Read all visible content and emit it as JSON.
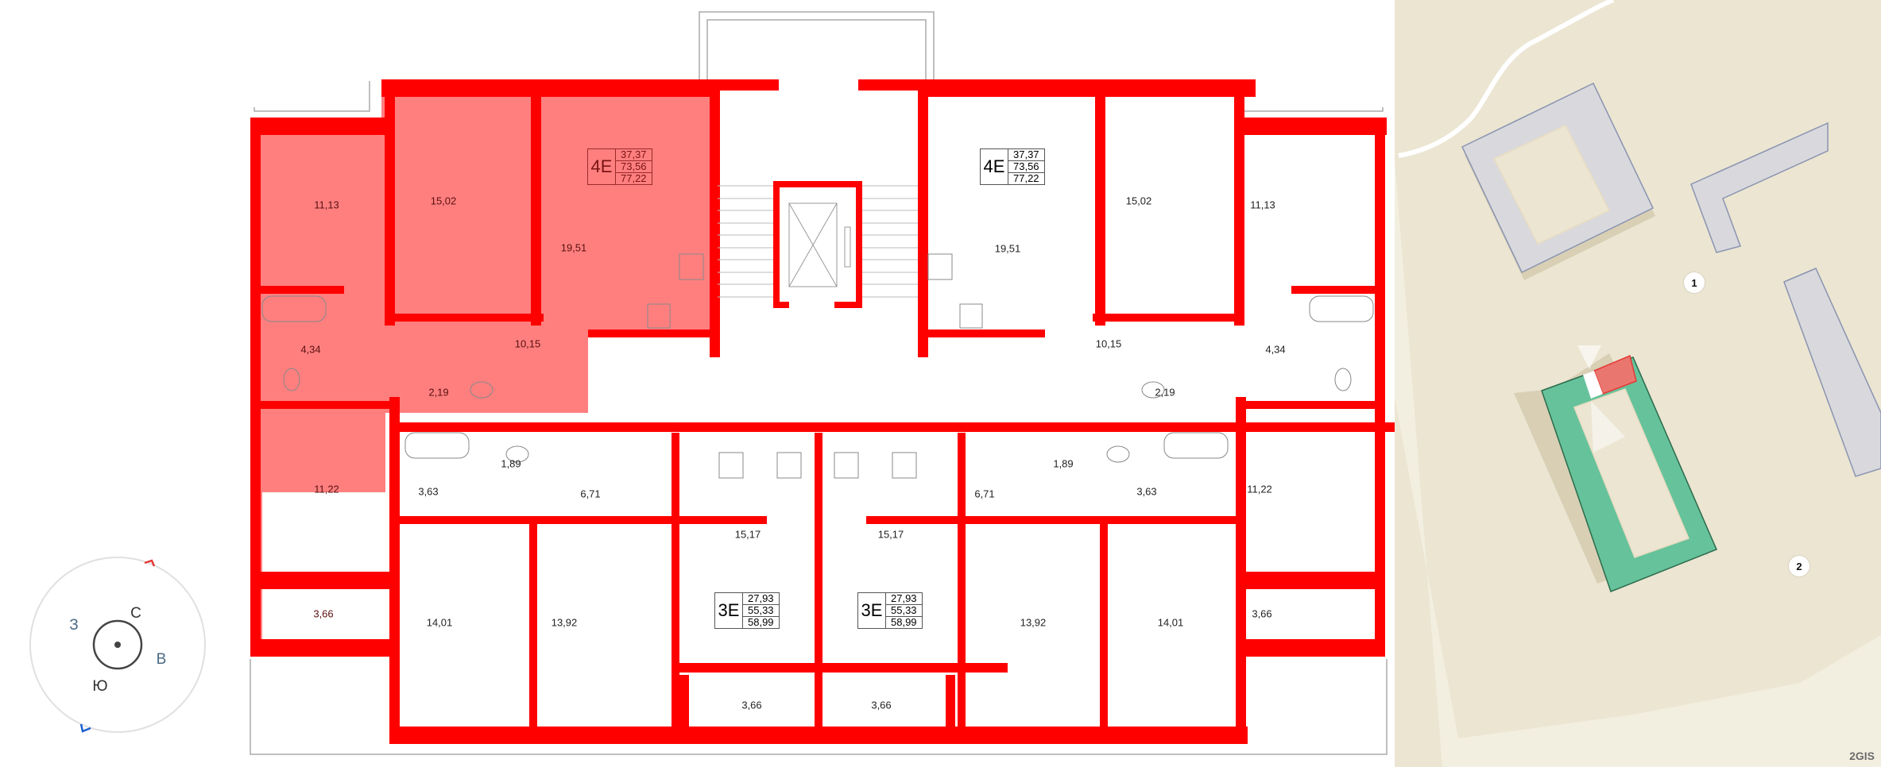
{
  "floorplan": {
    "selected_apartment": {
      "type": "4E",
      "living_area": "37,37",
      "total_area": "73,56",
      "total_area_with_balcony": "77,22",
      "rooms": {
        "bedroom_1": "11,13",
        "bedroom_2": "15,02",
        "kitchen_living": "19,51",
        "bathroom": "4,34",
        "hall": "10,15",
        "wc": "2,19",
        "bedroom_3": "11,22",
        "balcony": "3,66"
      }
    },
    "apartment_right_4e": {
      "type": "4E",
      "living_area": "37,37",
      "total_area": "73,56",
      "total_area_with_balcony": "77,22",
      "rooms": {
        "kitchen_living": "19,51",
        "bedroom_2": "15,02",
        "bedroom_1": "11,13",
        "hall": "10,15",
        "wc": "2,19",
        "bathroom": "4,34",
        "bedroom_3": "11,22",
        "balcony": "3,66"
      }
    },
    "apartment_left_3e": {
      "type": "3E",
      "living_area": "27,93",
      "total_area": "55,33",
      "total_area_with_balcony": "58,99",
      "rooms": {
        "bathroom": "3,63",
        "wc": "1,89",
        "hall": "6,71",
        "kitchen_living": "15,17",
        "bedroom_1": "14,01",
        "bedroom_2": "13,92",
        "balcony": "3,66"
      }
    },
    "apartment_right_3e": {
      "type": "3E",
      "living_area": "27,93",
      "total_area": "55,33",
      "total_area_with_balcony": "58,99",
      "rooms": {
        "bathroom": "3,63",
        "wc": "1,89",
        "hall": "6,71",
        "kitchen_living": "15,17",
        "bedroom_1": "14,01",
        "bedroom_2": "13,92",
        "balcony": "3,66"
      }
    },
    "colors": {
      "wall": "#ff0000",
      "selected_fill": "#ff7f7f",
      "fixture_line": "#888888"
    }
  },
  "compass": {
    "north": "С",
    "east": "В",
    "south": "Ю",
    "west": "З",
    "red_marker": "#e53935",
    "blue_marker": "#1e5fd0"
  },
  "map": {
    "markers": [
      {
        "label": "1"
      },
      {
        "label": "2"
      }
    ],
    "brand": "2GIS",
    "colors": {
      "ground": "#ebe5d2",
      "building_other": "#d9d9dd",
      "building_selected": "#66c29b",
      "section_selected": "#ea7670",
      "road": "#ffffff"
    }
  }
}
